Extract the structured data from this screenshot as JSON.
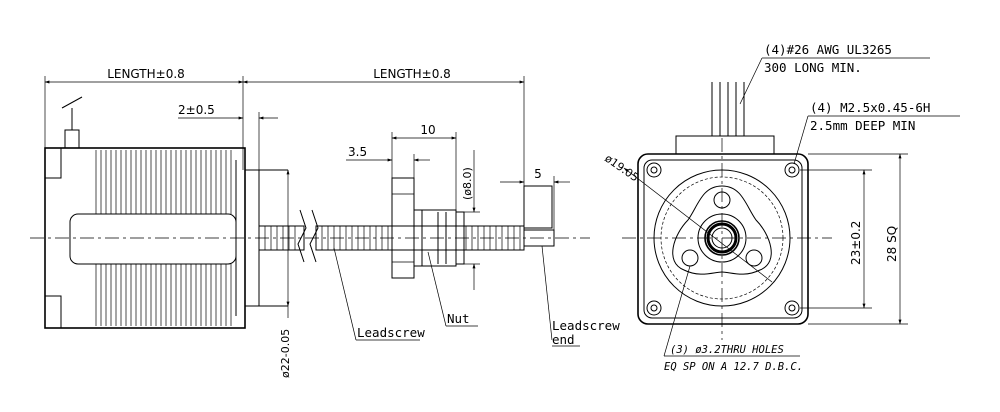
{
  "dimensions": {
    "length_body": "LENGTH±0.8",
    "length_screw": "LENGTH±0.8",
    "pilot_len": "2±0.5",
    "nut_width": "10",
    "nut_offset": "3.5",
    "nut_dia": "(ø8.0)",
    "end_len": "5",
    "pilot_dia": "ø22-0.05",
    "bolt_circle": "ø19.05",
    "hole_spacing": "23±0.2",
    "square": "28 SQ"
  },
  "callouts": {
    "wire_line1": "(4)#26 AWG UL3265",
    "wire_line2": "300 LONG MIN.",
    "thread_line1": "(4)  M2.5x0.45-6H",
    "thread_line2": "2.5mm DEEP MIN",
    "leadscrew": "Leadscrew",
    "nut": "Nut",
    "end_line1": "Leadscrew",
    "end_line2": "end",
    "holes_line1": "(3)  ø3.2THRU HOLES",
    "holes_line2": "EQ SP ON A 12.7 D.B.C."
  }
}
